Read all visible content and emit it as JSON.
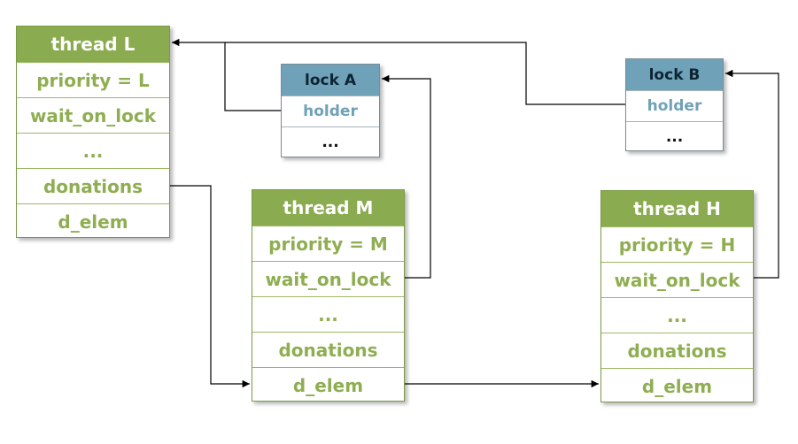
{
  "thread_l": {
    "title": "thread  L",
    "priority": "priority  =  L",
    "wait_on_lock": "wait_on_lock",
    "ellipsis": "...",
    "donations": "donations",
    "d_elem": "d_elem"
  },
  "thread_m": {
    "title": "thread  M",
    "priority": "priority  =  M",
    "wait_on_lock": "wait_on_lock",
    "ellipsis": "...",
    "donations": "donations",
    "d_elem": "d_elem"
  },
  "thread_h": {
    "title": "thread  H",
    "priority": "priority  =  H",
    "wait_on_lock": "wait_on_lock",
    "ellipsis": "...",
    "donations": "donations",
    "d_elem": "d_elem"
  },
  "lock_a": {
    "title": "lock  A",
    "holder": "holder",
    "ellipsis": "..."
  },
  "lock_b": {
    "title": "lock  B",
    "holder": "holder",
    "ellipsis": "..."
  },
  "colors": {
    "thread_header": "#8aab4f",
    "thread_text": "#8fae52",
    "lock_header": "#6fa1b8",
    "lock_holder_text": "#6fa1b8",
    "arrow": "#000000"
  }
}
